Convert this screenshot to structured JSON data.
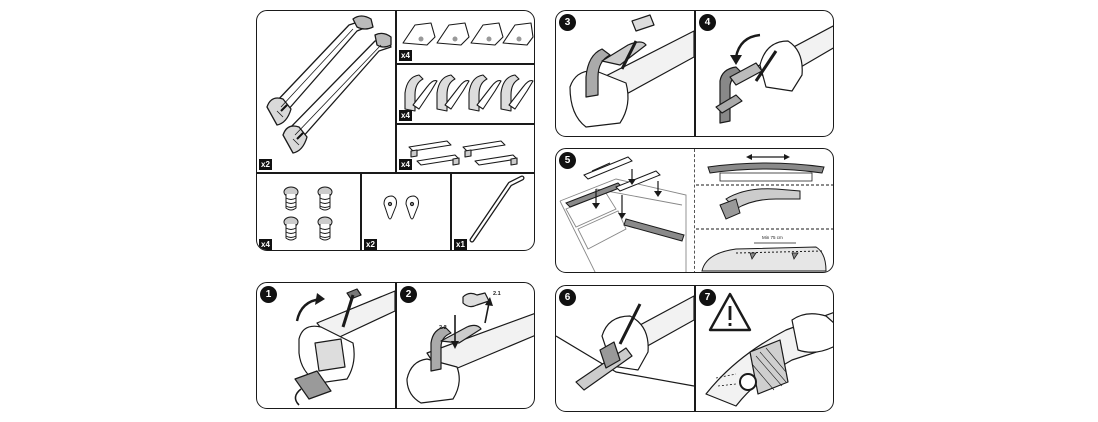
{
  "parts": {
    "roof_bars_qty": "x2",
    "pads_qty": "x4",
    "brackets_qty": "x4",
    "clamps_qty": "x4",
    "bolts_qty": "x4",
    "keys_qty": "x2",
    "wrench_qty": "x1"
  },
  "steps": [
    {
      "number": "1"
    },
    {
      "number": "2",
      "labels": [
        "2.1",
        "2.2"
      ]
    },
    {
      "number": "3"
    },
    {
      "number": "4"
    },
    {
      "number": "5",
      "measurement": "Min 75 cm"
    },
    {
      "number": "6"
    },
    {
      "number": "7"
    }
  ],
  "colors": {
    "line": "#1a1a1a",
    "shade": "#8a8a8a",
    "light": "#d9d9d9"
  }
}
